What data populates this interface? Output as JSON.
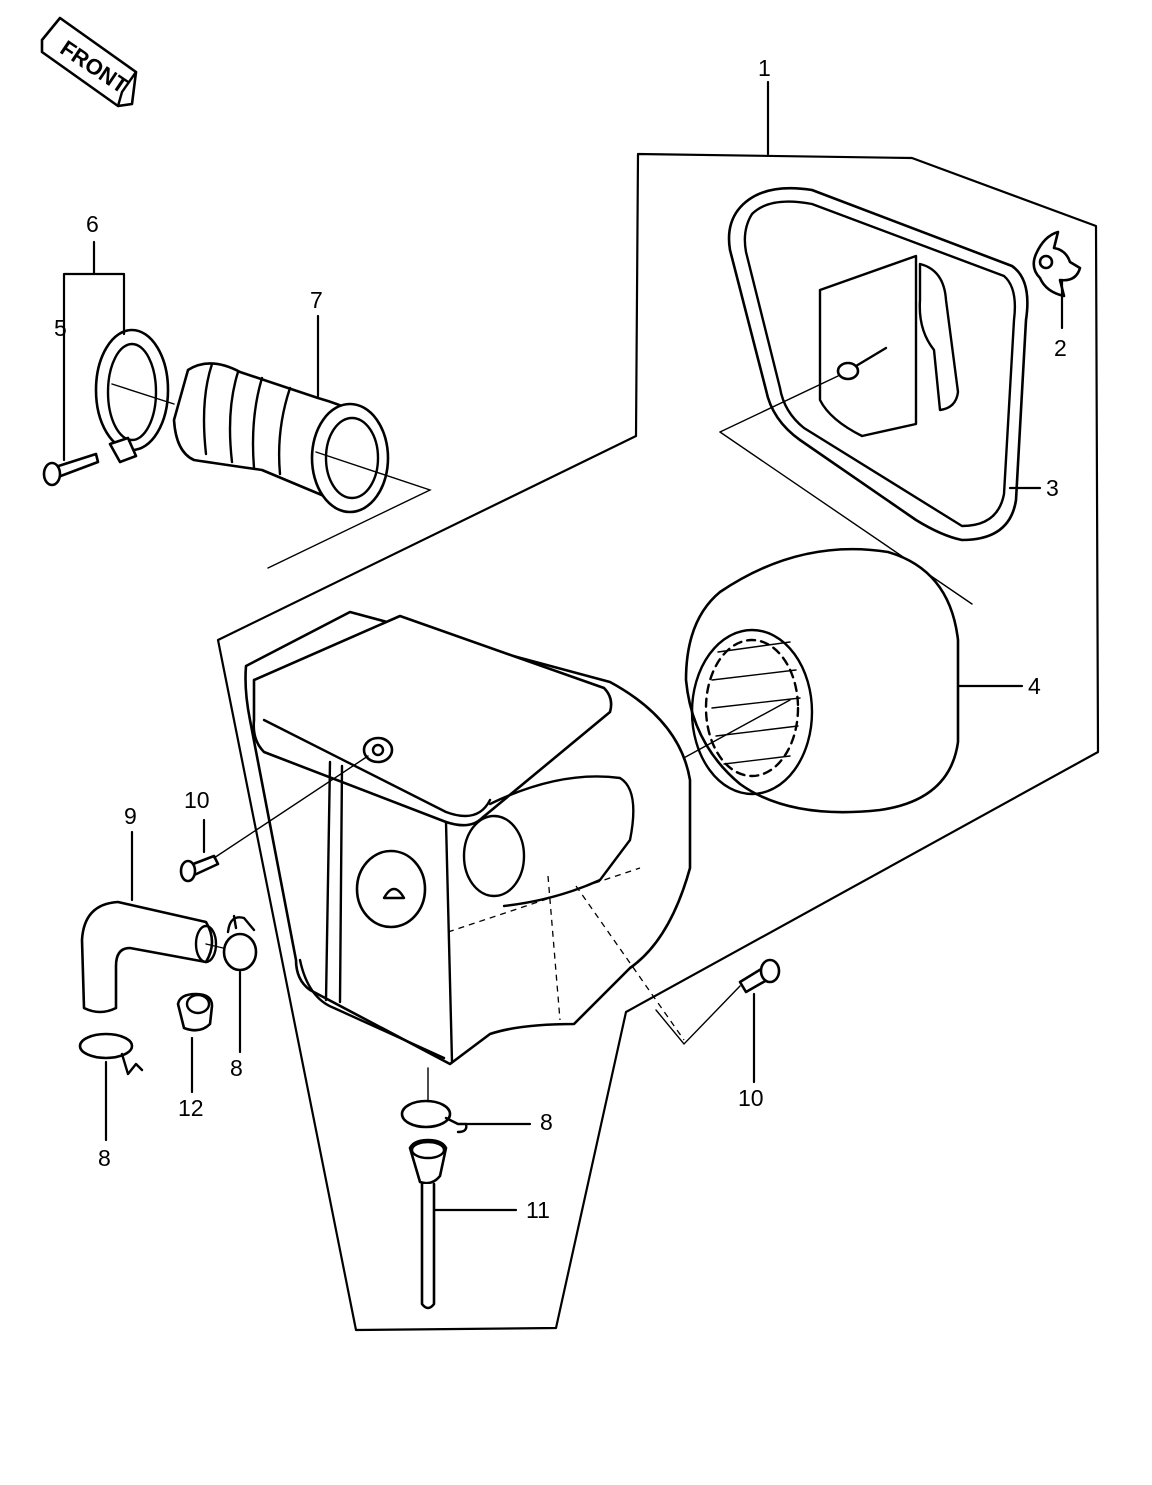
{
  "front_badge": {
    "label": "FRONT"
  },
  "callouts": {
    "c1": "1",
    "c2": "2",
    "c3": "3",
    "c4": "4",
    "c5": "5",
    "c6": "6",
    "c7": "7",
    "c8a": "8",
    "c8b": "8",
    "c8c": "8",
    "c9": "9",
    "c10a": "10",
    "c10b": "10",
    "c11": "11",
    "c12": "12"
  }
}
